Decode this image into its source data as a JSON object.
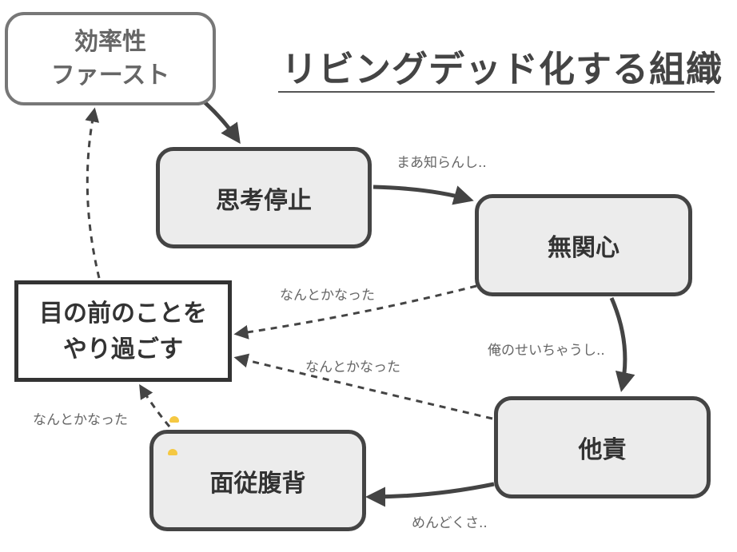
{
  "title": "リビングデッド化する組織",
  "nodes": {
    "efficiency_first": {
      "line1": "効率性",
      "line2": "ファースト"
    },
    "thinking_stop": {
      "label": "思考停止"
    },
    "indifference": {
      "label": "無関心"
    },
    "blame_others": {
      "label": "他責"
    },
    "feigned_obedience": {
      "label": "面従腹背"
    },
    "get_by": {
      "line1": "目の前のことを",
      "line2": "やり過ごす"
    }
  },
  "edge_labels": {
    "thinking_to_indifference": "まあ知らんし..",
    "indifference_to_getby": "なんとかなった",
    "indifference_to_blame": "俺のせいちゃうし..",
    "blame_to_getby": "なんとかなった",
    "feigned_to_getby": "なんとかなった",
    "blame_to_feigned": "めんどくさ.."
  },
  "colors": {
    "node_fill": "#ececec",
    "node_border": "#444444",
    "first_border": "#777777",
    "text": "#333333",
    "label_text": "#666666",
    "accent_mark": "#f5c842"
  }
}
